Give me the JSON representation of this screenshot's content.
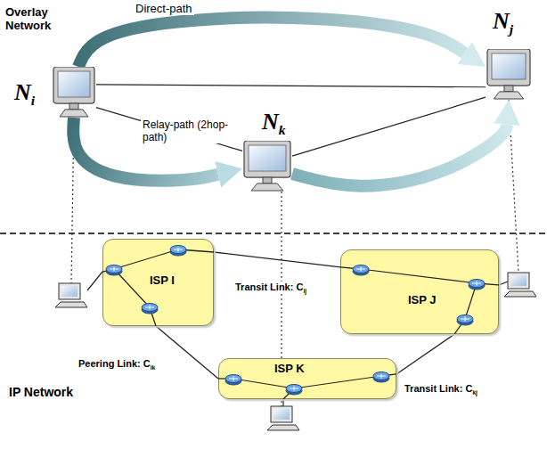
{
  "diagram": {
    "nodes": [
      {
        "text": [
          "Ni"
        ]
      },
      {
        "text": [
          "Nj"
        ]
      },
      {
        "text": [
          "Nk"
        ]
      },
      {
        "text": [
          "ISP I"
        ]
      },
      {
        "text": [
          "ISP J"
        ]
      },
      {
        "text": [
          "ISP K"
        ]
      }
    ],
    "edges": [
      {
        "from": 0,
        "to": 1,
        "arrow": "to",
        "label": "Direct-path"
      },
      {
        "from": 0,
        "to": 2,
        "arrow": "to",
        "label": "Relay-path (2hop-path)"
      },
      {
        "from": 2,
        "to": 1,
        "arrow": "to"
      },
      {
        "from": 0,
        "to": 1,
        "arrow": "none"
      },
      {
        "from": 0,
        "to": 2,
        "arrow": "none"
      },
      {
        "from": 2,
        "to": 1,
        "arrow": "none"
      },
      {
        "from": 3,
        "to": 4,
        "arrow": "none",
        "label": "Transit Link: Cij"
      },
      {
        "from": 3,
        "to": 5,
        "arrow": "none",
        "label": "Peering Link: Cik"
      },
      {
        "from": 5,
        "to": 4,
        "arrow": "none",
        "label": "Transit Link: Ckj"
      }
    ],
    "labels": [
      "Overlay Network",
      "IP Network"
    ]
  }
}
